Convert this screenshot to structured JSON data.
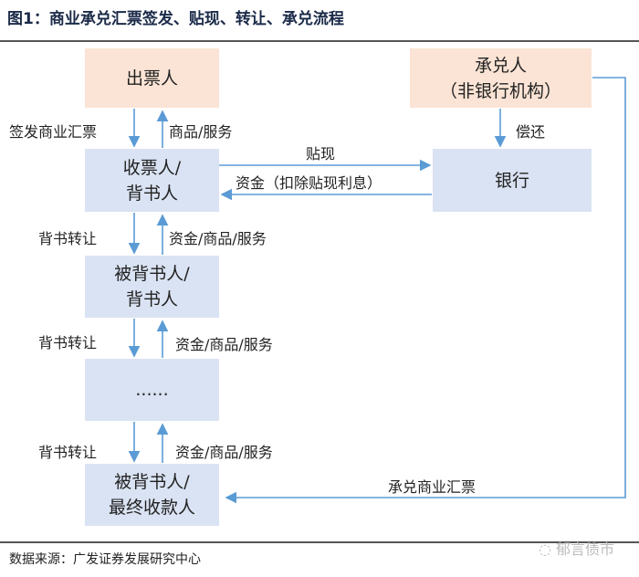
{
  "title": "图1：商业承兑汇票签发、贴现、转让、承兑流程",
  "nodes": {
    "drawer": "出票人",
    "acceptor_line1": "承兑人",
    "acceptor_line2": "（非银行机构）",
    "payee_line1": "收票人/",
    "payee_line2": "背书人",
    "bank": "银行",
    "endorsee_line1": "被背书人/",
    "endorsee_line2": "背书人",
    "ellipsis": "......",
    "final_line1": "被背书人/",
    "final_line2": "最终收款人"
  },
  "labels": {
    "issue": "签发商业汇票",
    "goods1": "商品/服务",
    "discount": "贴现",
    "funds_discount": "资金（扣除贴现利息）",
    "repay": "偿还",
    "endorse1": "背书转让",
    "goods2": "资金/商品/服务",
    "endorse2": "背书转让",
    "goods3": "资金/商品/服务",
    "endorse3": "背书转让",
    "goods4": "资金/商品/服务",
    "accept": "承兑商业汇票"
  },
  "source": "数据来源：广发证券发展研究中心",
  "watermark": "郁言债市",
  "colors": {
    "arrow": "#5b9bd5",
    "peach": "#fbe4d5",
    "blue": "#dae3f3"
  }
}
